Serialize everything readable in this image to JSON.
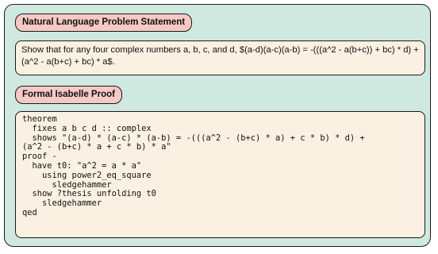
{
  "sections": {
    "statement_heading": "Natural Language Problem Statement",
    "proof_heading": "Formal Isabelle Proof"
  },
  "statement": {
    "text": "Show that for any four complex numbers a, b, c, and d, $(a-d)(a-c)(a-b) = -(((a^2 - a(b+c)) + bc) * d) + (a^2 - a(b+c) + bc) * a$."
  },
  "proof": {
    "lines": [
      "theorem",
      "  fixes a b c d :: complex",
      "  shows \"(a-d) * (a-c) * (a-b) = -(((a^2 - (b+c) * a) + c * b) * d) +",
      "(a^2 - (b+c) * a + c * b) * a\"",
      "proof -",
      "  have t0: \"a^2 = a * a\"",
      "    using power2_eq_square",
      "      sledgehammer",
      "  show ?thesis unfolding t0",
      "    sledgehammer",
      "qed"
    ]
  }
}
